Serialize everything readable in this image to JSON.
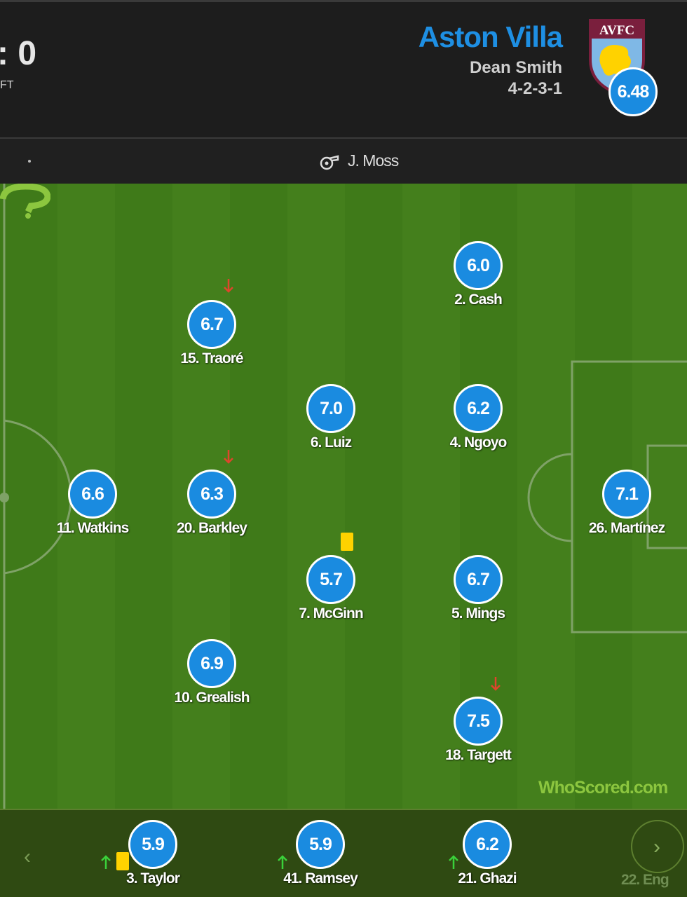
{
  "header": {
    "score_partial": ": 0",
    "status_partial": "FT",
    "team_name": "Aston Villa",
    "manager": "Dean Smith",
    "formation": "4-2-3-1",
    "crest_text": "AVFC",
    "team_rating": "6.48"
  },
  "infobar": {
    "referee": "J. Moss"
  },
  "pitch": {
    "players": [
      {
        "rating": "6.0",
        "name": "2. Cash"
      },
      {
        "rating": "6.7",
        "name": "15. Traoré",
        "subbed_off": true
      },
      {
        "rating": "7.0",
        "name": "6. Luiz"
      },
      {
        "rating": "6.2",
        "name": "4. Ngoyo"
      },
      {
        "rating": "6.6",
        "name": "11. Watkins"
      },
      {
        "rating": "6.3",
        "name": "20. Barkley",
        "subbed_off": true
      },
      {
        "rating": "7.1",
        "name": "26. Martínez"
      },
      {
        "rating": "5.7",
        "name": "7. McGinn",
        "yellow_card": true
      },
      {
        "rating": "6.7",
        "name": "5. Mings"
      },
      {
        "rating": "6.9",
        "name": "10. Grealish"
      },
      {
        "rating": "7.5",
        "name": "18. Targett",
        "subbed_off": true
      }
    ],
    "watermark": "WhoScored.com"
  },
  "bench": {
    "players": [
      {
        "rating": "5.9",
        "name": "3. Taylor",
        "subbed_on": true,
        "yellow_card": true
      },
      {
        "rating": "5.9",
        "name": "41. Ramsey",
        "subbed_on": true
      },
      {
        "rating": "6.2",
        "name": "21. Ghazi",
        "subbed_on": true
      }
    ],
    "partial_next": "22. Eng",
    "prev_icon": "‹",
    "next_icon": "›"
  },
  "colors": {
    "rating_blue": "#1a8be0",
    "team_blue": "#1e8fe3",
    "sub_off": "#e0452c",
    "sub_on": "#3ad13a",
    "yellow_card": "#ffd200",
    "pitch_green": "#3f7a19"
  }
}
